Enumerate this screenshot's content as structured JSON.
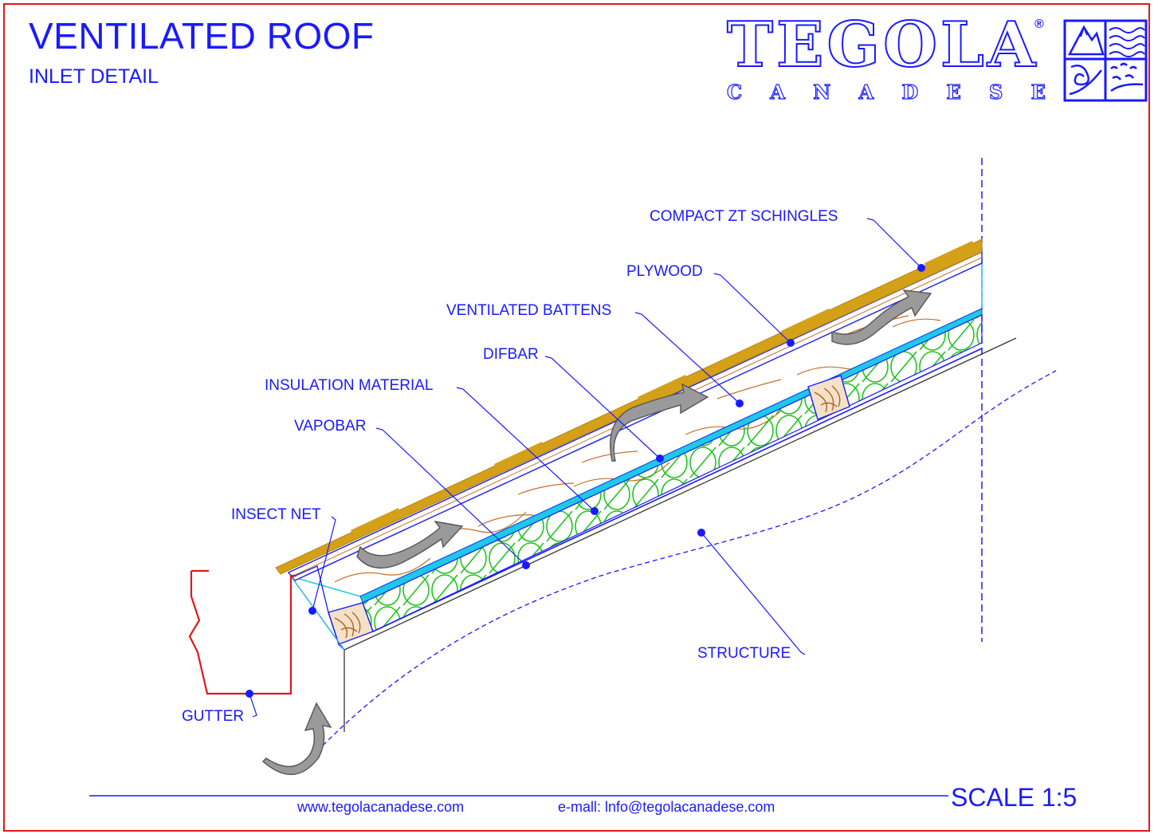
{
  "header": {
    "title": "VENTILATED ROOF",
    "subtitle": "INLET DETAIL"
  },
  "brand": {
    "name": "TEGOLA",
    "registered": "®",
    "subtitle_letters": [
      "C",
      "A",
      "N",
      "A",
      "D",
      "E",
      "S",
      "E"
    ]
  },
  "labels": {
    "compact_zt_shingles": "COMPACT ZT SCHINGLES",
    "plywood": "PLYWOOD",
    "ventilated_battens": "VENTILATED BATTENS",
    "difbar": "DIFBAR",
    "insulation_material": "INSULATION MATERIAL",
    "vapobar": "VAPOBAR",
    "insect_net": "INSECT NET",
    "gutter": "GUTTER",
    "structure": "STRUCTURE"
  },
  "footer": {
    "website": "www.tegolacanadese.com",
    "email": "e-mall: lnfo@tegolacanadese.com",
    "scale": "SCALE 1:5"
  },
  "colors": {
    "text": "#1a1aff",
    "frame": "#e01818",
    "gutter": "#e01818",
    "shingles": "#d4a017",
    "insulation": "#22c422",
    "wood": "#b05a1e",
    "membrane": "#1ec8e6",
    "arrow": "#8a8a8a"
  }
}
